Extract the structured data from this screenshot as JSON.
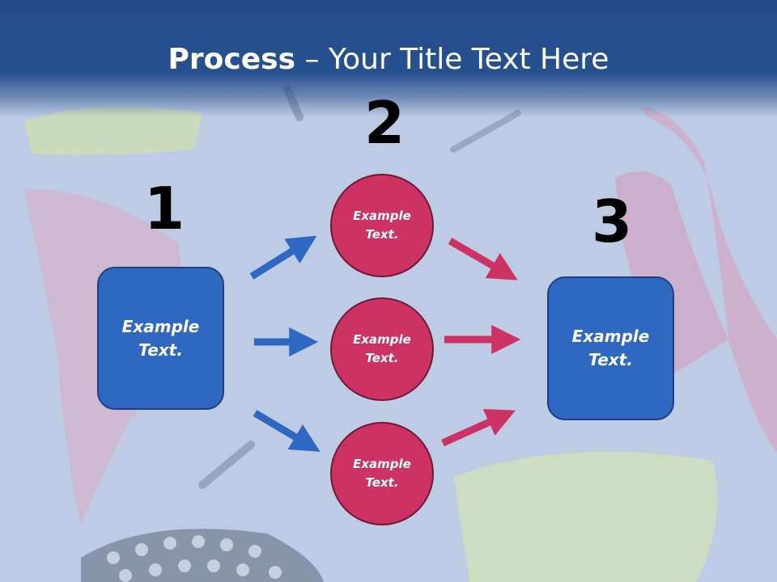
{
  "slide": {
    "title_bold": "Process",
    "title_rest": " – Your Title Text Here"
  },
  "steps": {
    "one": "1",
    "two": "2",
    "three": "3"
  },
  "nodes": {
    "left_box": "Example Text.",
    "circle_top": "Example Text.",
    "circle_middle": "Example Text.",
    "circle_bottom": "Example Text.",
    "right_box": "Example Text."
  },
  "colors": {
    "header": "#27508f",
    "box": "#2f68c1",
    "circle": "#cc3264",
    "arrow_blue": "#2f68c1",
    "arrow_pink": "#cc3264"
  }
}
